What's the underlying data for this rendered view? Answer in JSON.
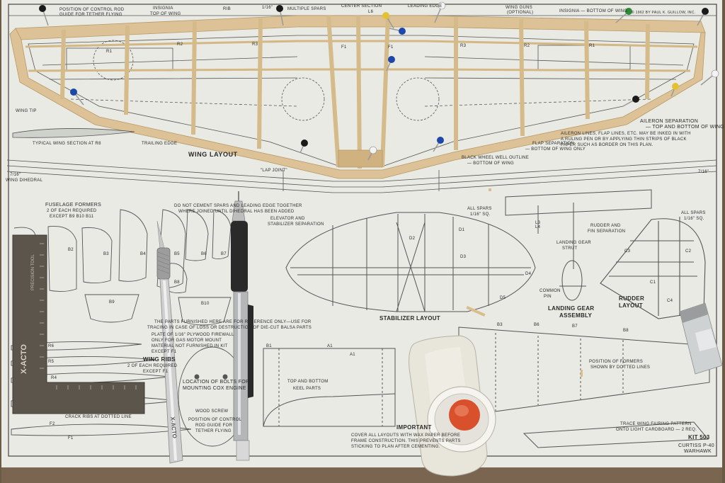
{
  "photo": {
    "subject": "",
    "plan": {
      "header": {
        "control_rod": "POSITION OF CONTROL ROD",
        "control_rod_2": "GUIDE FOR TETHER FLYING",
        "insignia_top": "INSIGNIA",
        "top_of_wing": "TOP OF WING",
        "rib": "RIB",
        "spar_size": "1/16\"",
        "multiple_spars": "MULTIPLE SPARS",
        "center_section": "CENTER SECTION",
        "leading_edge": "LEADING EDGE",
        "wing_guns": "WING GUNS",
        "optional": "(OPTIONAL)",
        "insignia_bottom": "INSIGNIA — BOTTOM OF WING",
        "copyright": "© 1962 BY PAUL K. GUILLOW, INC."
      },
      "wing": {
        "wing_tip": "WING TIP",
        "typical_section": "TYPICAL WING SECTION AT R8",
        "trailing_edge": "TRAILING EDGE",
        "title": "WING LAYOUT",
        "lap_joint": "\"LAP JOINT\"",
        "dihedral_left": "7/16\"",
        "wing_dihedral": "WING DIHEDRAL",
        "dihedral_right": "7/16\"",
        "aileron_separation": "AILERON SEPARATION",
        "aileron_sep_2": "— TOP AND BOTTOM OF WING",
        "aileron_note_1": "AILERON LINES, FLAP LINES, ETC. MAY BE INKED IN WITH",
        "aileron_note_2": "A RULING PEN OR BY APPLYING THIN STRIPS OF BLACK",
        "aileron_note_3": "PAPER SUCH AS BORDER ON THIS PLAN.",
        "flap_separation": "FLAP SEPARATION",
        "flap_sep_2": "— BOTTOM OF WING ONLY",
        "wheel_well": "BLACK WHEEL WELL OUTLINE",
        "wheel_well_2": "— BOTTOM OF WING",
        "rib_labels": [
          "R1",
          "R2",
          "R3",
          "F1",
          "L6",
          "F1",
          "R3",
          "R2",
          "R1"
        ]
      },
      "fuselage": {
        "formers_title": "FUSELAGE FORMERS",
        "formers_sub": "2 OF EACH REQUIRED",
        "formers_sub2": "EXCEPT B9 B10 B11",
        "former_labels": [
          "B2",
          "B3",
          "B4",
          "B5",
          "B6",
          "B7",
          "B8",
          "B9",
          "B10"
        ],
        "notice_1": "DO NOT CEMENT SPARS AND LEADING EDGE TOGETHER",
        "notice_2": "WHERE JOINED UNTIL DIHEDRAL HAS BEEN ADDED",
        "furnished_1": "THE PARTS FURNISHED HERE ARE FOR REFERENCE ONLY—USE FOR",
        "furnished_2": "TRACING IN CASE OF LOSS OR DESTRUCTION OF DIE-CUT BALSA PARTS",
        "plywood_1": "PLATE OF 1/16\" PLYWOOD FIREWALL",
        "plywood_2": "ONLY FOR GAS MOTOR MOUNT",
        "plywood_3": "MATERIAL NOT FURNISHED IN KIT",
        "except": "EXCEPT F1"
      },
      "stabilizer": {
        "elevator_sep": "ELEVATOR AND",
        "elevator_sep_2": "STABILIZER SEPARATION",
        "all_spars": "ALL SPARS",
        "spar_size": "1/16\" SQ.",
        "title": "STABILIZER LAYOUT",
        "part_labels": [
          "D1",
          "D2",
          "D3",
          "D4",
          "D5"
        ]
      },
      "landing_gear": {
        "strut_a": "L3",
        "strut_b": "L4",
        "strut_label": "LANDING GEAR",
        "strut_label_2": "STRUT",
        "common_pin": "COMMON",
        "common_pin_2": "PIN",
        "title": "LANDING GEAR",
        "title_2": "ASSEMBLY"
      },
      "rudder": {
        "rudder_fin": "RUDDER AND",
        "rudder_fin_2": "FIN SEPARATION",
        "all_spars": "ALL SPARS",
        "spar_size": "1/16\" SQ.",
        "title": "RUDDER",
        "title_2": "LAYOUT",
        "part_labels": [
          "C1",
          "C2",
          "C3",
          "C4"
        ]
      },
      "ribs": {
        "title": "WING RIBS",
        "sub": "2 OF EACH REQUIRED",
        "except": "EXCEPT F1",
        "crack": "CRACK RIBS AT DOTTED LINE",
        "labels": [
          "R6",
          "R5",
          "R4",
          "F2",
          "F1"
        ]
      },
      "engine": {
        "bolts_1": "LOCATION OF BOLTS FOR",
        "bolts_2": "MOUNTING COX ENGINE",
        "wood_screw": "WOOD SCREW",
        "control_1": "POSITION OF CONTROL",
        "control_2": "ROD GUIDE FOR",
        "control_3": "TETHER FLYING"
      },
      "keel": {
        "top_bottom": "TOP AND BOTTOM",
        "keel_parts": "KEEL PARTS",
        "labels": [
          "B1",
          "A1",
          "A1",
          "B3",
          "B6",
          "B7",
          "B8"
        ],
        "important": "IMPORTANT",
        "cover_1": "COVER ALL LAYOUTS WITH WAX PAPER BEFORE",
        "cover_2": "FRAME CONSTRUCTION. THIS PREVENTS PARTS",
        "cover_3": "STICKING TO PLAN AFTER CEMENTING.",
        "formers_pos": "POSITION OF FORMERS",
        "formers_pos_2": "SHOWN BY DOTTED LINES"
      },
      "kit": {
        "fairing": "TRACE WING FAIRING PATTERN",
        "fairing_2": "ONTO LIGHT CARDBOARD — 2 REQ.",
        "kit_no": "KIT 503",
        "model": "CURTISS P-40",
        "model_name": "WARHAWK"
      }
    },
    "tools": {
      "square_brand": "X-ACTO",
      "square_mark": "PRECISION TOOL",
      "knife_brand": "X-ACTO"
    },
    "colors": {
      "paper": "#eaebe5",
      "balsa": "#dcc296",
      "balsa_dark": "#b89966",
      "ink": "#3a3a3a",
      "tabletop": "#6b5a45",
      "bottle": "#e9e6dc",
      "cap": "#d8502c"
    }
  }
}
